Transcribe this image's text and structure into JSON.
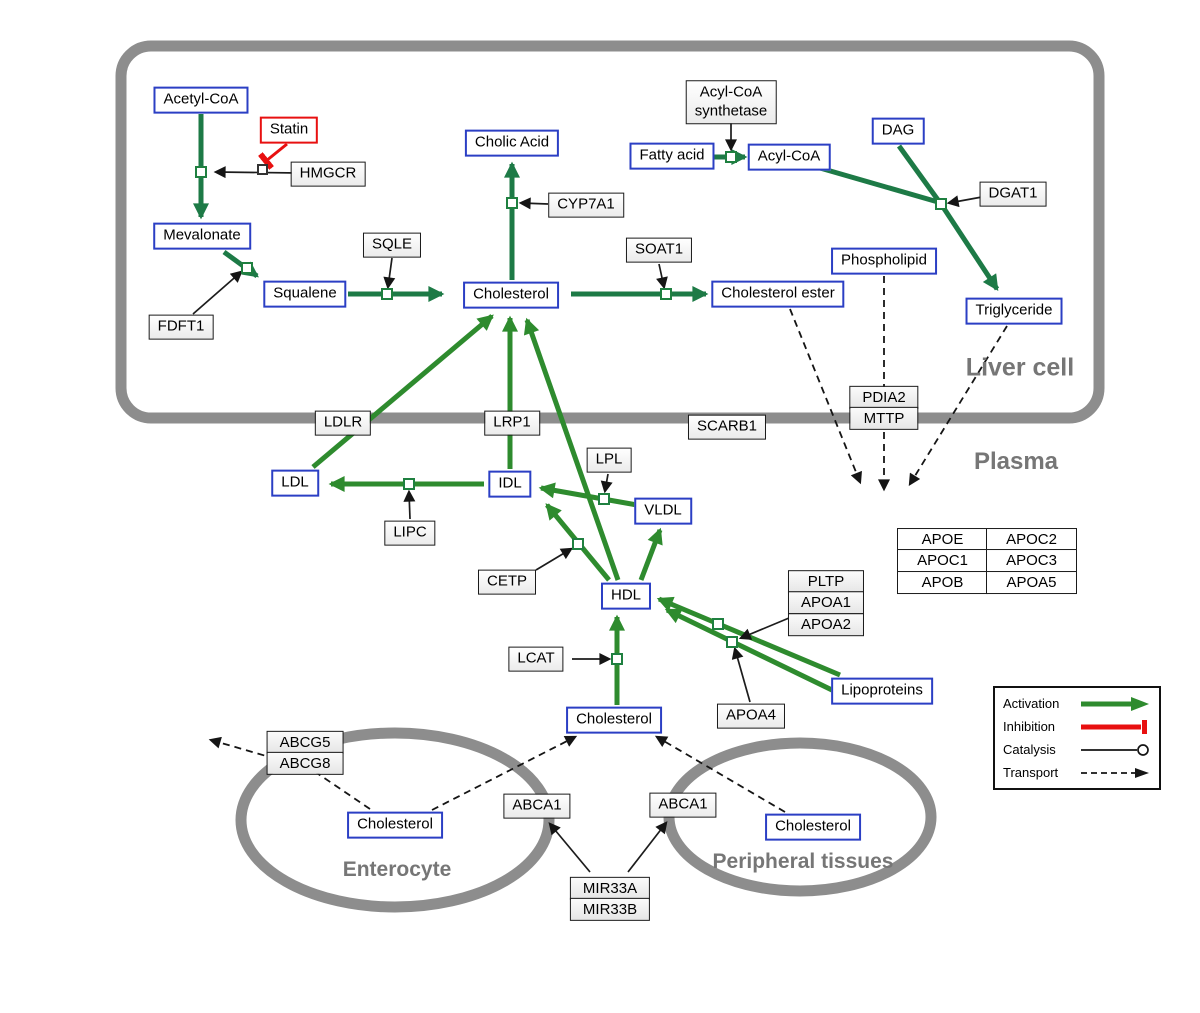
{
  "regions": {
    "liver": "Liver cell",
    "plasma": "Plasma",
    "enterocyte": "Enterocyte",
    "peripheral": "Peripheral tissues"
  },
  "nodes": {
    "acetyl_coa": "Acetyl-CoA",
    "statin": "Statin",
    "hmgcr": "HMGCR",
    "mevalonate": "Mevalonate",
    "sqle": "SQLE",
    "squalene": "Squalene",
    "fdft1": "FDFT1",
    "cholic_acid": "Cholic Acid",
    "cyp7a1": "CYP7A1",
    "cholesterol": "Cholesterol",
    "soat1": "SOAT1",
    "cholesterol_ester": "Cholesterol ester",
    "acyl_coa_synthetase_1": "Acyl-CoA",
    "acyl_coa_synthetase_2": "synthetase",
    "fatty_acid": "Fatty acid",
    "acyl_coa": "Acyl-CoA",
    "dag": "DAG",
    "dgat1": "DGAT1",
    "phospholipid": "Phospholipid",
    "triglyceride": "Triglyceride",
    "pdia2": "PDIA2",
    "mttp": "MTTP",
    "ldlr": "LDLR",
    "lrp1": "LRP1",
    "scarb1": "SCARB1",
    "ldl": "LDL",
    "idl": "IDL",
    "lpl": "LPL",
    "vldl": "VLDL",
    "lipc": "LIPC",
    "cetp": "CETP",
    "hdl": "HDL",
    "apoe": "APOE",
    "apoc2": "APOC2",
    "apoc1": "APOC1",
    "apoc3": "APOC3",
    "apob": "APOB",
    "apoa5": "APOA5",
    "pltp": "PLTP",
    "apoa1": "APOA1",
    "apoa2": "APOA2",
    "lcat": "LCAT",
    "apoa4": "APOA4",
    "lipoproteins": "Lipoproteins",
    "abcg5": "ABCG5",
    "abcg8": "ABCG8",
    "abca1": "ABCA1",
    "mir33a": "MIR33A",
    "mir33b": "MIR33B"
  },
  "legend": {
    "activation": "Activation",
    "inhibition": "Inhibition",
    "catalysis": "Catalysis",
    "transport": "Transport"
  },
  "colors": {
    "activation_green": "#2e8b2e",
    "liver_reaction_green": "#1d7a46",
    "inhibition_red": "#e81010",
    "metabolite_border_blue": "#2b3fc4",
    "membrane_gray": "#8d8d8d"
  }
}
